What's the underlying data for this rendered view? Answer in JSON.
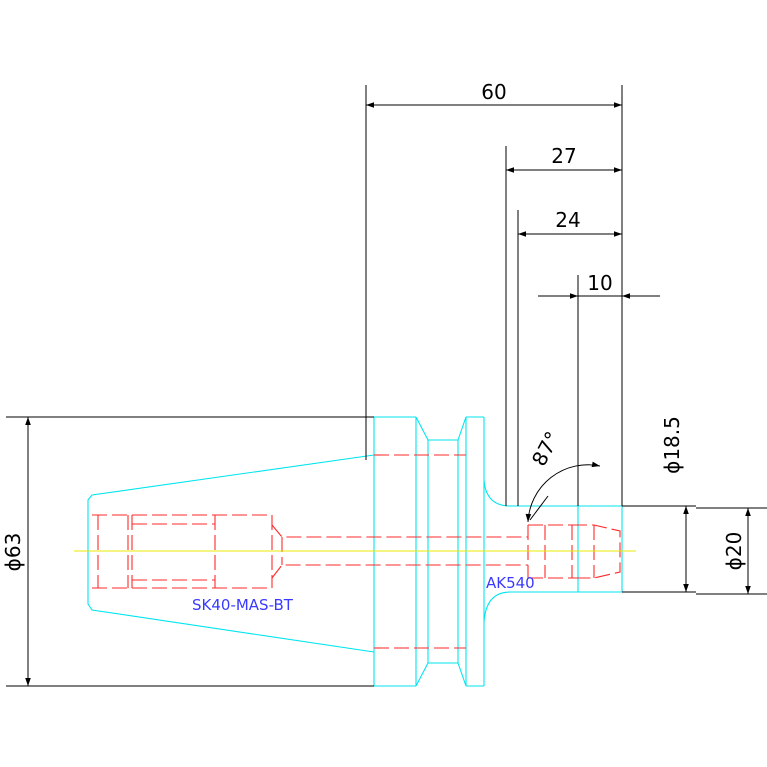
{
  "colors": {
    "background": "#ffffff",
    "dimension": "#000000",
    "outline": "#00e5ee",
    "hidden": "#ff2a2a",
    "centerline": "#e8e800",
    "label": "#3a3aff"
  },
  "dimensions": {
    "d60": "60",
    "d27": "27",
    "d24": "24",
    "d10": "10",
    "dia185": "ϕ18.5",
    "dia20": "ϕ20",
    "dia63": "ϕ63",
    "angle": "87°"
  },
  "labels": {
    "holder": "SK40-MAS-BT",
    "collet": "AK540"
  }
}
